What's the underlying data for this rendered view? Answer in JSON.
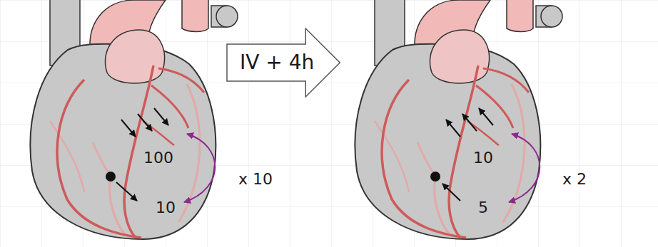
{
  "diagram": {
    "nodes": [
      {
        "text": [
          "IV + 4h"
        ]
      }
    ],
    "labels": [
      "100",
      "10",
      "x 10",
      "10",
      "5",
      "x 2"
    ]
  }
}
